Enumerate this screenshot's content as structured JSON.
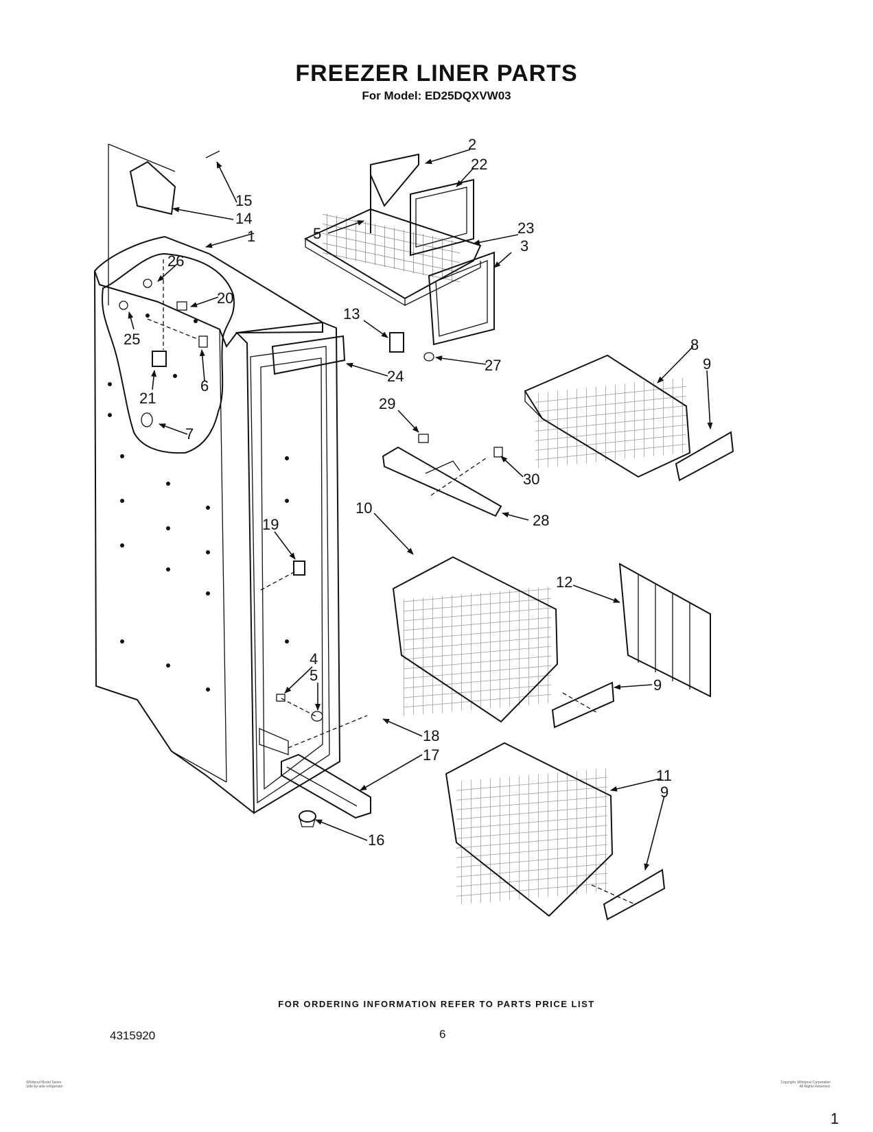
{
  "title": "FREEZER LINER PARTS",
  "subtitle": "For Model: ED25DQXVW03",
  "footer_note": "FOR ORDERING INFORMATION REFER TO PARTS PRICE LIST",
  "doc_number": "4315920",
  "page_number": "6",
  "corner_mark": "1",
  "fine_print_left": [
    "Whirlpool Model Series",
    "Side-by-side refrigerator"
  ],
  "fine_print_right": [
    "Copyright, Whirlpool Corporation",
    "All Rights Reserved."
  ],
  "callouts": {
    "c1": "1",
    "c2": "2",
    "c3": "3",
    "c4": "4",
    "c5a": "5",
    "c5b": "5",
    "c6": "6",
    "c7": "7",
    "c8": "8",
    "c9a": "9",
    "c9b": "9",
    "c9c": "9",
    "c10": "10",
    "c11": "11",
    "c12": "12",
    "c13": "13",
    "c14": "14",
    "c15": "15",
    "c16": "16",
    "c17": "17",
    "c18": "18",
    "c19": "19",
    "c20": "20",
    "c21": "21",
    "c22": "22",
    "c23": "23",
    "c24": "24",
    "c25": "25",
    "c26": "26",
    "c27": "27",
    "c28": "28",
    "c29": "29",
    "c30": "30"
  }
}
